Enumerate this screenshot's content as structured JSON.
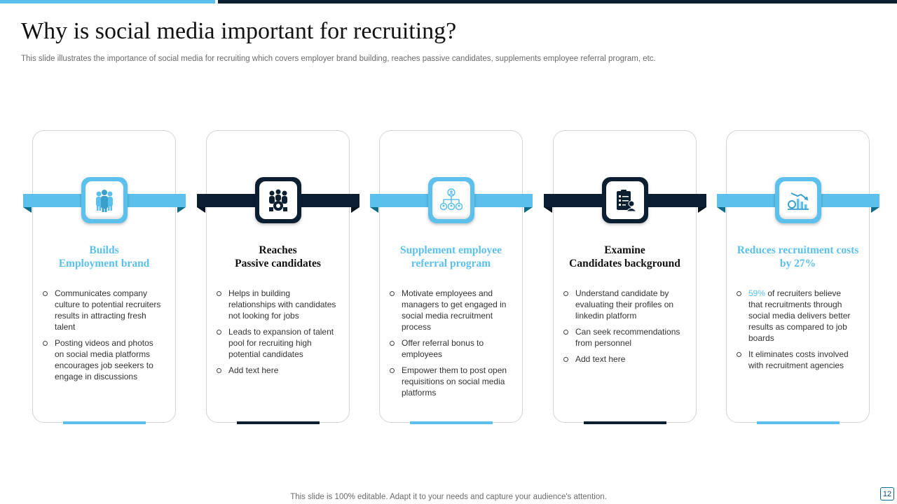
{
  "slide": {
    "title": "Why is social media important for recruiting?",
    "subtitle": "This slide illustrates the importance of social media for recruiting which covers employer brand building, reaches passive candidates, supplements employee referral program, etc.",
    "footer": "This slide is 100% editable. Adapt it to your needs and capture your audience's attention.",
    "page_number": "12"
  },
  "colors": {
    "accent_light": "#5bc0eb",
    "accent_dark": "#0b1f31"
  },
  "cards": [
    {
      "icon": "group-people-icon",
      "heading_line1": "Builds",
      "heading_line2": "Employment brand",
      "bullets": [
        "Communicates company culture to potential recruiters results in attracting fresh talent",
        "Posting videos and photos on social media platforms encourages job seekers to engage in discussions"
      ]
    },
    {
      "icon": "team-gear-icon",
      "heading_line1": "Reaches",
      "heading_line2": "Passive candidates",
      "bullets": [
        "Helps in building relationships with candidates not looking for jobs",
        "Leads to expansion of talent pool for recruiting high potential candidates",
        "Add text here"
      ]
    },
    {
      "icon": "org-chart-icon",
      "heading_line1": "Supplement employee",
      "heading_line2": "referral program",
      "bullets": [
        "Motivate employees and managers to get engaged in social media recruitment process",
        "Offer referral bonus to employees",
        "Empower them to post open requisitions on social media platforms"
      ]
    },
    {
      "icon": "clipboard-checklist-icon",
      "heading_line1": "Examine",
      "heading_line2": "Candidates background",
      "bullets": [
        "Understand candidate by evaluating their profiles on linkedin platform",
        "Can seek recommendations from personnel",
        "Add text here"
      ]
    },
    {
      "icon": "declining-cost-chart-icon",
      "heading_line1": "Reduces recruitment costs",
      "heading_line2": "by 27%",
      "bullet1_highlight": "59%",
      "bullet1_rest": " of recruiters believe that recruitments through social media delivers better results as compared to job boards",
      "bullets": [
        "It eliminates costs involved with recruitment agencies"
      ]
    }
  ]
}
